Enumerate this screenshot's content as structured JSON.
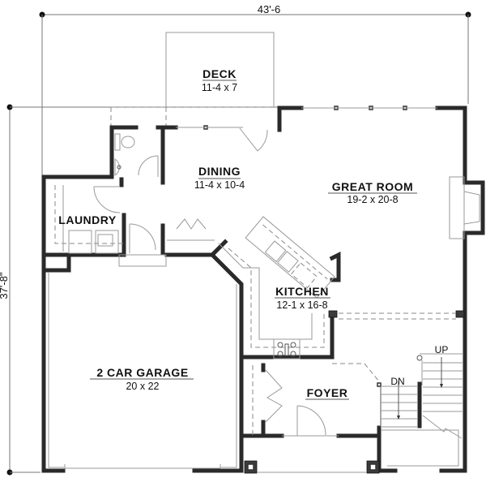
{
  "plan": {
    "dimensions": {
      "overall_width": "43'-6",
      "overall_depth": "37'-8\""
    },
    "rooms": [
      {
        "id": "deck",
        "name": "DECK",
        "size": "11-4 x 7"
      },
      {
        "id": "dining",
        "name": "DINING",
        "size": "11-4 x 10-4"
      },
      {
        "id": "great_room",
        "name": "GREAT ROOM",
        "size": "19-2 x 20-8"
      },
      {
        "id": "laundry",
        "name": "LAUNDRY",
        "size": ""
      },
      {
        "id": "kitchen",
        "name": "KITCHEN",
        "size": "12-1 x 16-8"
      },
      {
        "id": "garage",
        "name": "2 CAR GARAGE",
        "size": "20 x 22"
      },
      {
        "id": "foyer",
        "name": "FOYER",
        "size": ""
      }
    ],
    "stairs": {
      "up_label": "UP",
      "down_label": "DN"
    }
  }
}
